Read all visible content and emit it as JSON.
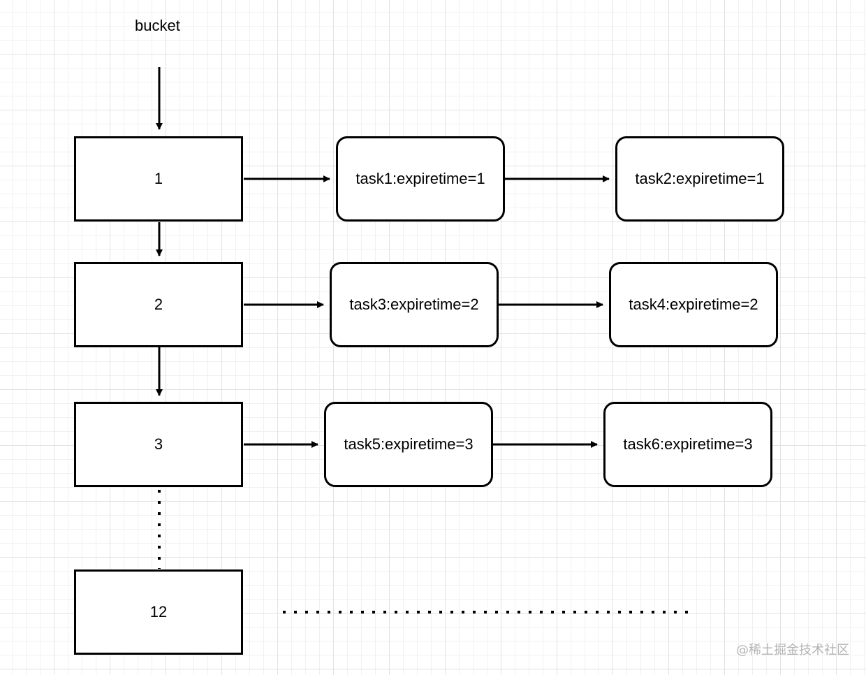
{
  "diagram": {
    "heading": "bucket",
    "buckets": [
      "1",
      "2",
      "3",
      "12"
    ],
    "tasks": [
      [
        "task1:expiretime=1",
        "task2:expiretime=1"
      ],
      [
        "task3:expiretime=2",
        "task4:expiretime=2"
      ],
      [
        "task5:expiretime=3",
        "task6:expiretime=3"
      ]
    ]
  },
  "watermark": "@稀土掘金技术社区"
}
